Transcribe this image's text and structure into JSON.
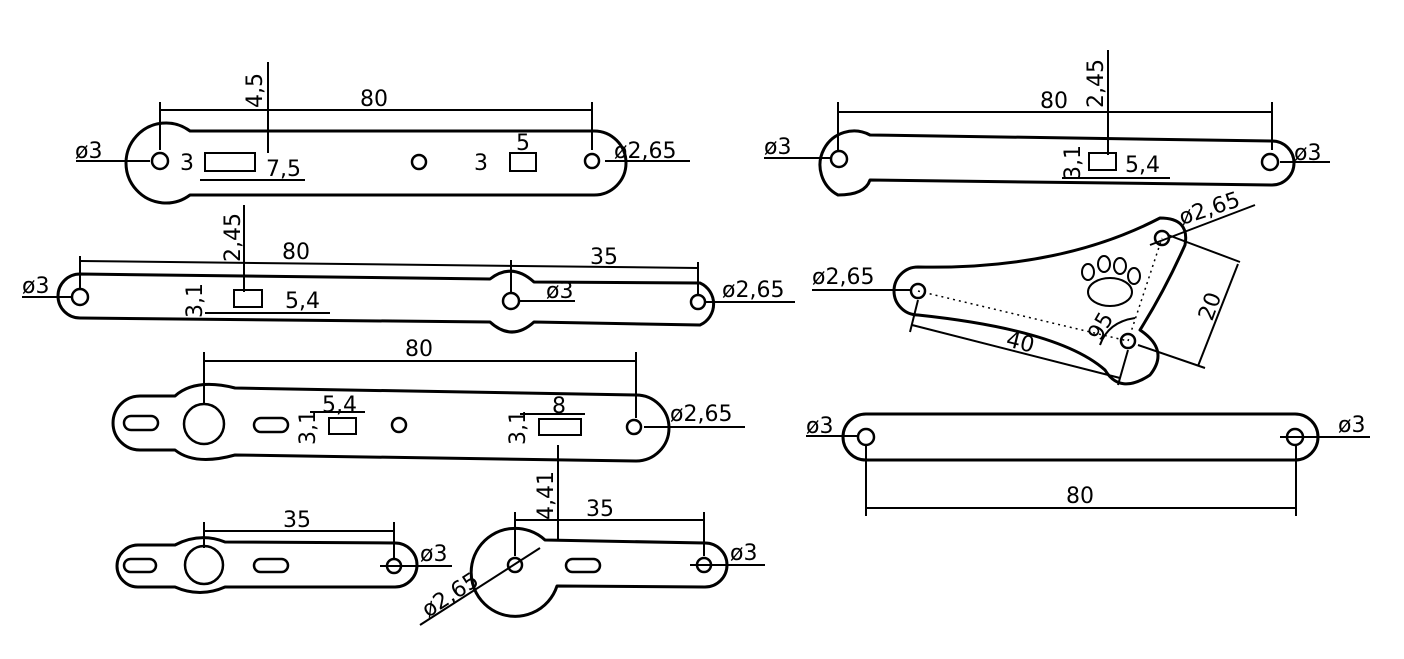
{
  "colors": {
    "line": "#000000",
    "background": "#ffffff"
  },
  "parts": {
    "arm_a": {
      "dim_length": "80",
      "dim_offset": "4,5",
      "dim_hole_left": "ø3",
      "dim_hole_right": "ø2,65",
      "dim_slot1_h": "3",
      "dim_slot1_w": "7,5",
      "dim_slot2_h": "3",
      "dim_slot2_w": "5"
    },
    "arm_b": {
      "dim_length": "80",
      "dim_offset": "2,45",
      "dim_hole_left": "ø3",
      "dim_hole_right": "ø3",
      "dim_slot_h": "3,1",
      "dim_slot_w": "5,4"
    },
    "arm_c": {
      "dim_length": "80",
      "dim_offset": "2,45",
      "dim_short": "35",
      "dim_hole_left": "ø3",
      "dim_hole_mid": "ø3",
      "dim_hole_right": "ø2,65",
      "dim_slot_h": "3,1",
      "dim_slot_w": "5,4"
    },
    "paw": {
      "dim_hole": "ø2,65",
      "dim_hole_left": "ø2,65",
      "dim_long": "40",
      "dim_side": "20",
      "dim_angle": "95"
    },
    "arm_d": {
      "dim_length": "80",
      "dim_hole_right": "ø2,65",
      "dim_slot1_h": "3,1",
      "dim_slot1_w": "5,4",
      "dim_slot2_h": "3,1",
      "dim_slot2_w": "8"
    },
    "arm_e": {
      "dim_length": "80",
      "dim_hole_left": "ø3",
      "dim_hole_right": "ø3"
    },
    "arm_f": {
      "dim_length": "35",
      "dim_hole_right": "ø3"
    },
    "arm_g": {
      "dim_length": "35",
      "dim_offset": "4,41",
      "dim_hole_left": "ø2,65",
      "dim_hole_right": "ø3"
    }
  }
}
